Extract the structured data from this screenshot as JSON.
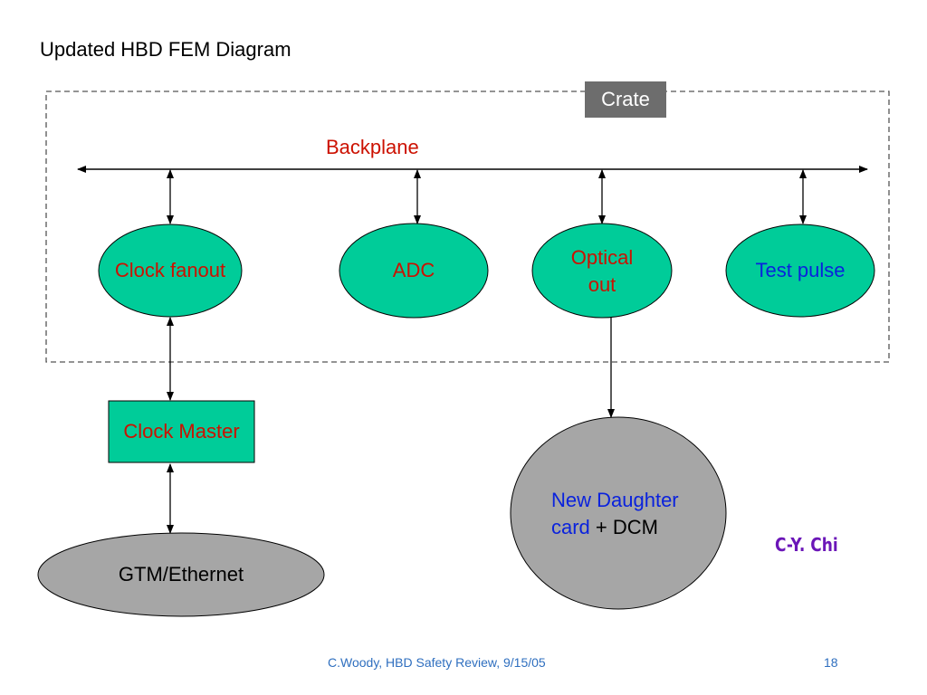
{
  "title": "Updated HBD FEM Diagram",
  "crate": {
    "label": "Crate"
  },
  "backplane": {
    "label": "Backplane"
  },
  "nodes": {
    "clock_fanout": "Clock fanout",
    "adc": "ADC",
    "optical_out_line1": "Optical",
    "optical_out_line2": "out",
    "test_pulse": "Test pulse",
    "clock_master": "Clock Master",
    "gtm_ethernet": "GTM/Ethernet",
    "daughter_line1": "New Daughter",
    "daughter_card": "card",
    "daughter_plus_dcm": "+ DCM"
  },
  "author_note": "C-Y. Chi",
  "footer": {
    "text": "C.Woody, HBD Safety Review, 9/15/05",
    "page": "18"
  },
  "colors": {
    "node_fill": "#00cc99",
    "grey_fill": "#a6a6a6",
    "red_text": "#cc1100",
    "blue_text": "#0a22dd",
    "crate_fill": "#6d6d6d"
  }
}
